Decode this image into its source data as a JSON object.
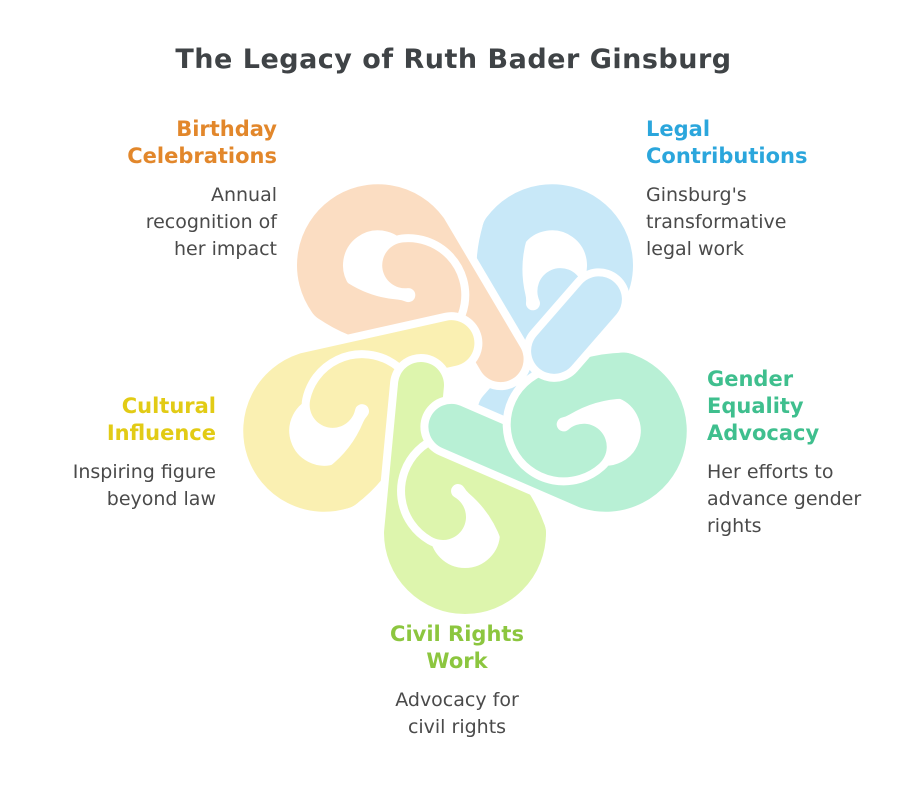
{
  "title": "The Legacy of Ruth Bader Ginsburg",
  "background_color": "#ffffff",
  "title_color": "#3f4346",
  "body_text_color": "#4a4a4a",
  "topics": [
    {
      "id": "birthday",
      "title": "Birthday\nCelebrations",
      "description": "Annual\nrecognition of\nher impact",
      "title_color": "#e2872b",
      "loop_color": "#fbddc2"
    },
    {
      "id": "legal",
      "title": "Legal\nContributions",
      "description": "Ginsburg's\ntransformative\nlegal work",
      "title_color": "#2ba6dc",
      "loop_color": "#c8e8f8"
    },
    {
      "id": "gender",
      "title": "Gender\nEquality\nAdvocacy",
      "description": "Her efforts to\nadvance gender\nrights",
      "title_color": "#3fbf8e",
      "loop_color": "#b8f0d5"
    },
    {
      "id": "civil",
      "title": "Civil Rights\nWork",
      "description": "Advocacy for\ncivil rights",
      "title_color": "#8cc63f",
      "loop_color": "#ddf5ad"
    },
    {
      "id": "cultural",
      "title": "Cultural\nInfluence",
      "description": "Inspiring figure\nbeyond law",
      "title_color": "#e2cb15",
      "loop_color": "#faf0b2"
    }
  ]
}
